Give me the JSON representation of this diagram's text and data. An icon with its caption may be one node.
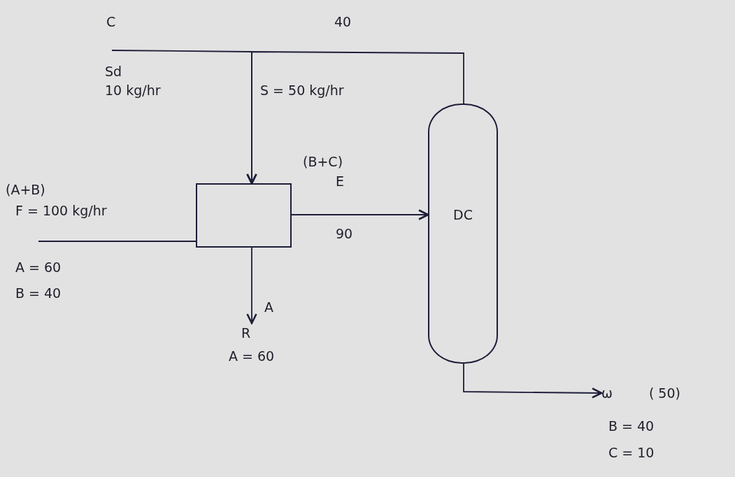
{
  "diagram": {
    "nodes": [
      {
        "text": [],
        "shape": "box"
      },
      {
        "text": [
          "DC"
        ]
      },
      {
        "text": [
          "R"
        ]
      },
      {
        "text": [
          "ω",
          "( 50)"
        ]
      }
    ],
    "edges": [
      {
        "from": null,
        "to": 0,
        "arrow": "to"
      },
      {
        "from": 1,
        "to": 0,
        "arrow": "to"
      },
      {
        "from": null,
        "to": 0,
        "arrow": "none"
      },
      {
        "from": 0,
        "to": 1,
        "arrow": "to"
      },
      {
        "from": 0,
        "to": 2,
        "arrow": "to"
      },
      {
        "from": 1,
        "to": 3,
        "arrow": "to"
      }
    ],
    "labels": [
      "C",
      "40",
      "Sd",
      "10 kg/hr",
      "S = 50 kg/hr",
      "(B+C)",
      "E",
      "(A+B)",
      "F = 100 kg/hr",
      "90",
      "A = 60",
      "B = 40",
      "A",
      "A = 60",
      "B = 40",
      "C = 10"
    ]
  }
}
